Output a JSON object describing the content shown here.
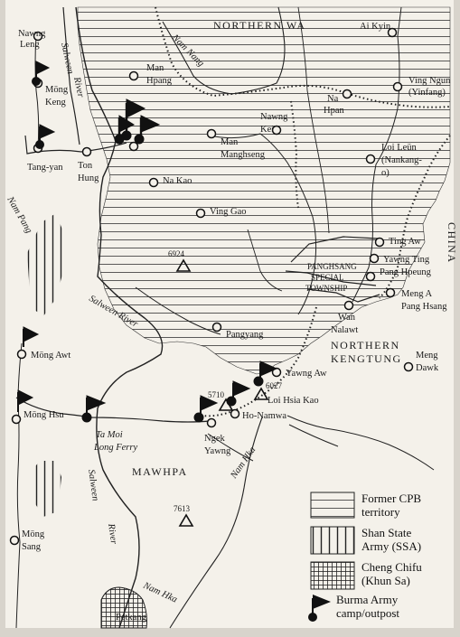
{
  "regions": {
    "northern_wa": "NORTHERN WA",
    "northern_kengtung_1": "NORTHERN",
    "northern_kengtung_2": "KENGTUNG",
    "mawhpa": "MAWHPA",
    "panghsang_1": "PANGHSANG",
    "panghsang_2": "SPECIAL",
    "panghsang_3": "TOWNSHIP",
    "china": "CHINA"
  },
  "rivers": {
    "salween_north_1": "Salween",
    "salween_north_2": "River",
    "salween_mid": "Salween River",
    "salween_south_1": "Salween",
    "salween_south_2": "River",
    "nam_nang": "Nam Nang",
    "nam_pang": "Nam Pang",
    "nam_hka_mid": "Nam Hka",
    "nam_hka_south": "Nam Hka"
  },
  "places": {
    "nawng_leng_1": "Nawng",
    "nawng_leng_2": "Leng",
    "mong_keng_1": "Möng",
    "mong_keng_2": "Keng",
    "tang_yan": "Tang-yan",
    "ton_hung_1": "Ton",
    "ton_hung_2": "Hung",
    "man_hpang_1": "Man",
    "man_hpang_2": "Hpang",
    "man_manghseng_1": "Man",
    "man_manghseng_2": "Manghseng",
    "na_kao": "Na Kao",
    "ving_gao": "Ving Gao",
    "peak_6924": "6924",
    "pangyang": "Pangyang",
    "ai_kyin": "Ai Kyin",
    "ving_ngun_1": "Ving Ngun",
    "ving_ngun_2": "(Yinfang)",
    "na_hpan_1": "Na",
    "na_hpan_2": "Hpan",
    "nawng_kei_1": "Nawng",
    "nawng_kei_2": "Kei",
    "loi_leun_1": "Loi Leün",
    "loi_leun_2": "(Nankang-",
    "loi_leun_3": "o)",
    "ting_aw": "Ting Aw",
    "yawng_ting": "Yawng Ting",
    "pang_hpeung": "Pang Hpeung",
    "meng_a_1": "Meng A",
    "meng_a_2": "Pang Hsang",
    "wan_nalawt_1": "Wan",
    "wan_nalawt_2": "Nalawt",
    "meng_dawk_1": "Meng",
    "meng_dawk_2": "Dawk",
    "yawng_aw": "Yawng Aw",
    "peak_6027": "6027",
    "loi_hsia_kao": "Loi Hsia Kao",
    "peak_5710": "5710",
    "ho_namwa": "Ho-Namwa",
    "ngek_yawng_1": "Ngek",
    "ngek_yawng_2": "Yawng",
    "ta_moi_1": "Ta Moi",
    "ta_moi_2": "Long Ferry",
    "mong_awt": "Möng Awt",
    "mong_hsu": "Möng Hsu",
    "peak_7613": "7613",
    "mong_sang_1": "Möng",
    "mong_sang_2": "Sang",
    "petkang": "Petkang"
  },
  "legend": {
    "cpb_1": "Former CPB",
    "cpb_2": "territory",
    "ssa_1": "Shan State",
    "ssa_2": "Army (SSA)",
    "cheng_1": "Cheng Chifu",
    "cheng_2": "(Khun Sa)",
    "army_1": "Burma Army",
    "army_2": "camp/outpost"
  },
  "colors": {
    "ink": "#1a1a1a",
    "paper": "#f4f1ea"
  }
}
